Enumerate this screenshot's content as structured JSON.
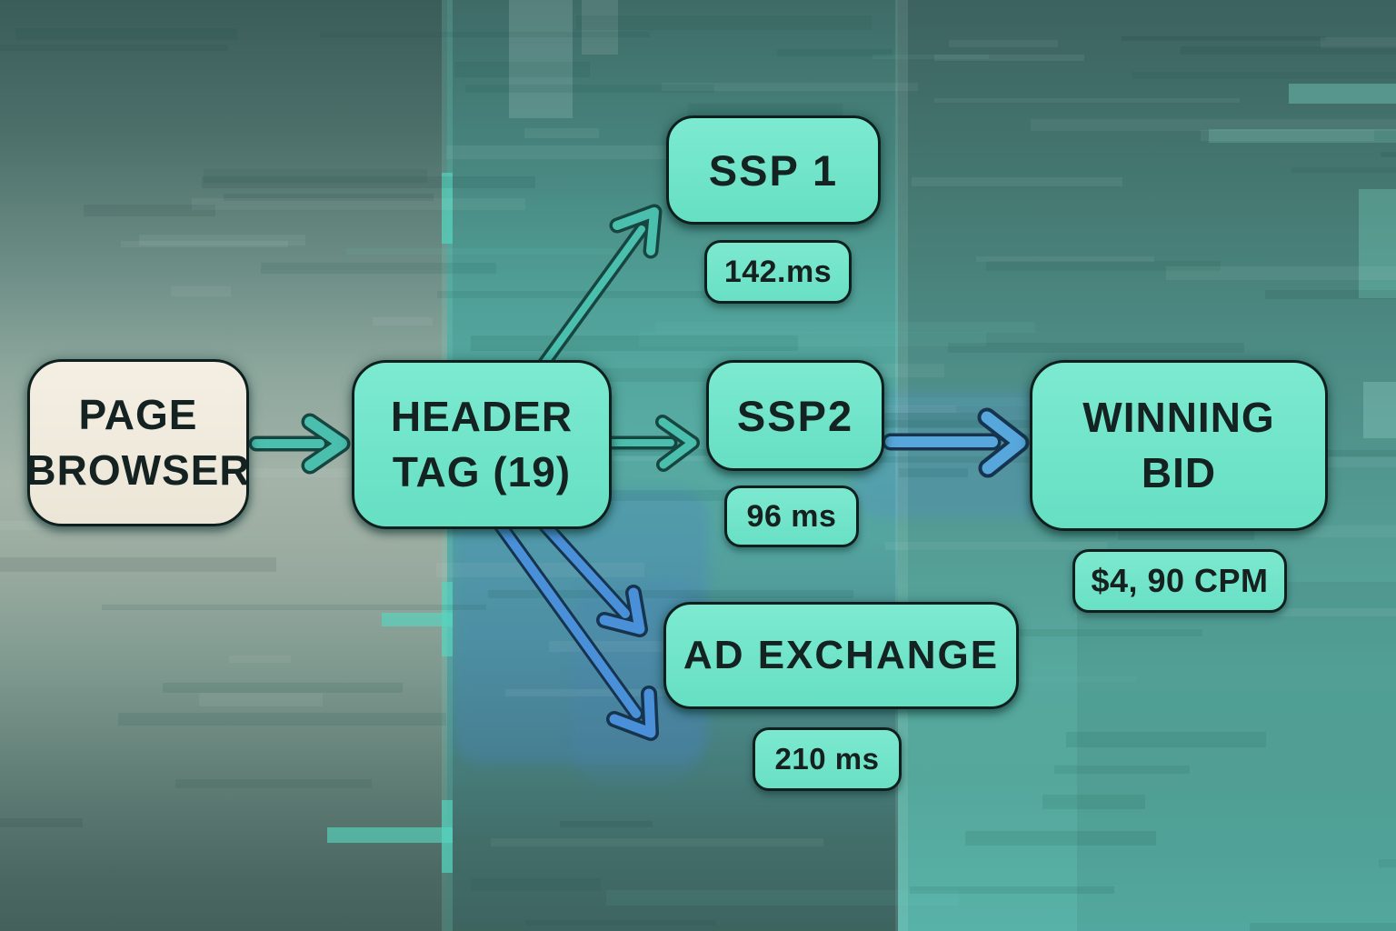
{
  "diagram": {
    "nodes": {
      "page_browser": {
        "line1": "PAGE",
        "line2": "BROWSER"
      },
      "header_tag": {
        "line1": "HEADER",
        "line2": "TAG (19)"
      },
      "ssp1": {
        "label": "SSP 1",
        "latency": "142.ms"
      },
      "ssp2": {
        "label": "SSP2",
        "latency": "96 ms"
      },
      "ad_exchange": {
        "label": "AD EXCHANGE",
        "latency": "210 ms"
      },
      "winning_bid": {
        "line1": "WINNING",
        "line2": "BID",
        "value": "$4, 90 CPM"
      }
    },
    "edges": [
      {
        "from": "page_browser",
        "to": "header_tag",
        "color": "teal"
      },
      {
        "from": "header_tag",
        "to": "ssp1",
        "color": "teal"
      },
      {
        "from": "header_tag",
        "to": "ssp2",
        "color": "teal"
      },
      {
        "from": "header_tag",
        "to": "ad_exchange",
        "color": "blue"
      },
      {
        "from": "header_tag",
        "to": "ad_exchange_latency",
        "color": "blue"
      },
      {
        "from": "ssp2",
        "to": "winning_bid",
        "color": "blue"
      }
    ]
  },
  "colors": {
    "node_fill": "#6fe4c9",
    "page_browser_fill": "#f1ecdf",
    "node_border": "#0f1f1e",
    "text": "#142322",
    "arrow_teal": "#4bbfae",
    "arrow_teal_outline": "#174641",
    "arrow_blue": "#4a90d8",
    "arrow_blue_light": "#57a7dd",
    "arrow_blue_outline": "#16344e",
    "bg_dark_teal": "#3e6a66",
    "bg_light_sage": "#a4b3a8",
    "bg_bright_teal": "#57aba2"
  }
}
